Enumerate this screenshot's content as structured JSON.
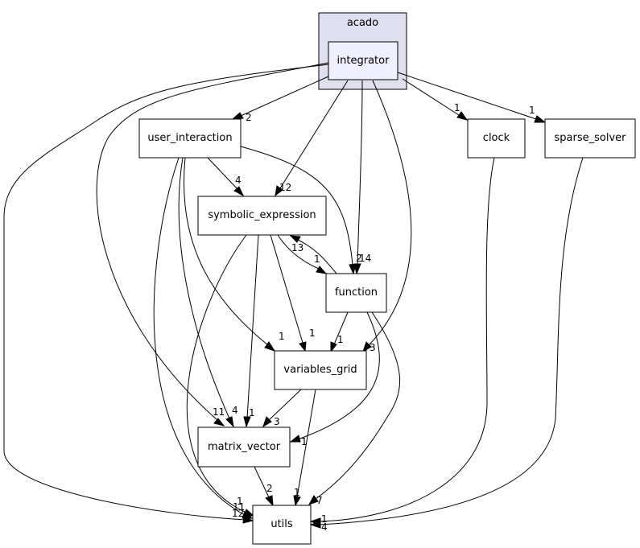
{
  "colors": {
    "cluster_fill": "#dfdfef",
    "integrator_fill": "#efefff",
    "node_fill": "#ffffff",
    "stroke": "#000000"
  },
  "cluster": {
    "label": "acado"
  },
  "nodes": {
    "integrator": "integrator",
    "user_interaction": "user_interaction",
    "clock": "clock",
    "sparse_solver": "sparse_solver",
    "symbolic_expression": "symbolic_expression",
    "function": "function",
    "variables_grid": "variables_grid",
    "matrix_vector": "matrix_vector",
    "utils": "utils"
  },
  "edge_labels": {
    "integrator_user_interaction": "2",
    "integrator_clock": "1",
    "integrator_sparse_solver": "1",
    "integrator_symbolic_expression": "12",
    "integrator_function": "14",
    "integrator_variables_grid": "3",
    "integrator_matrix_vector": "11",
    "integrator_utils": "12",
    "user_interaction_symbolic_expression": "4",
    "user_interaction_function": "2",
    "user_interaction_variables_grid": "1",
    "user_interaction_matrix_vector": "4",
    "user_interaction_utils": "11",
    "symbolic_expression_function": "1",
    "function_symbolic_expression": "13",
    "symbolic_expression_variables_grid": "1",
    "symbolic_expression_matrix_vector": "1",
    "symbolic_expression_utils": "1",
    "function_variables_grid": "1",
    "function_matrix_vector": "1",
    "function_utils": "7",
    "variables_grid_matrix_vector": "3",
    "variables_grid_utils": "1",
    "matrix_vector_utils": "2",
    "clock_utils": "1",
    "sparse_solver_utils": "4"
  }
}
